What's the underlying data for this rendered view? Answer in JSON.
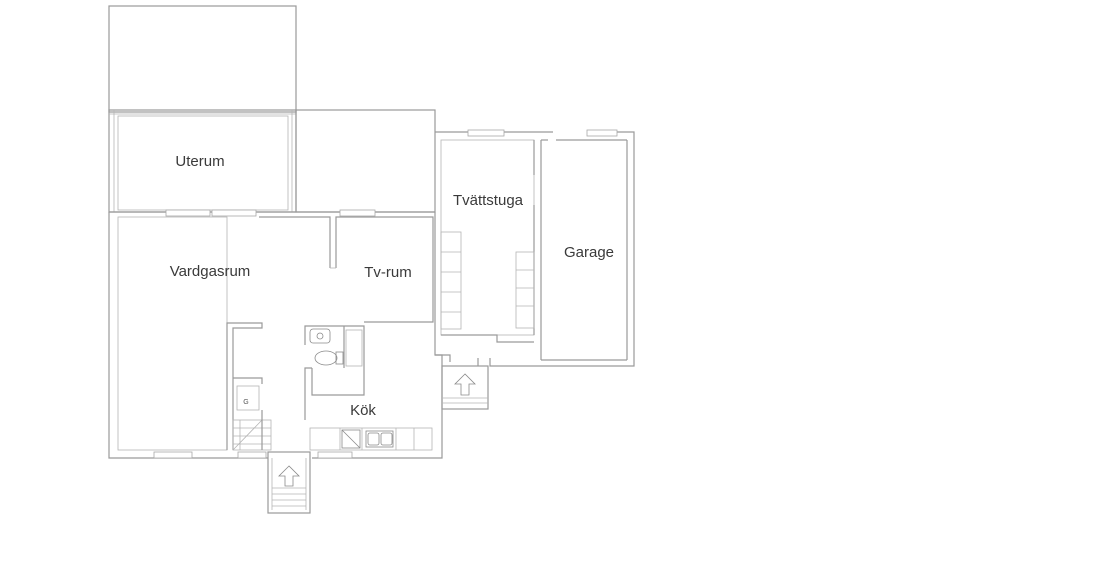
{
  "rooms": {
    "uterum": "Uterum",
    "vardgasrum": "Vardgasrum",
    "tv_rum": "Tv-rum",
    "tvattstuga": "Tvättstuga",
    "garage": "Garage",
    "kok": "Kök"
  },
  "markers": {
    "g_symbol": "G"
  },
  "icons": {
    "entrance_arrow": "up-arrow-icon",
    "side_entrance_arrow": "up-arrow-icon"
  },
  "colors": {
    "line": "#9a9a9a",
    "background": "#ffffff"
  }
}
